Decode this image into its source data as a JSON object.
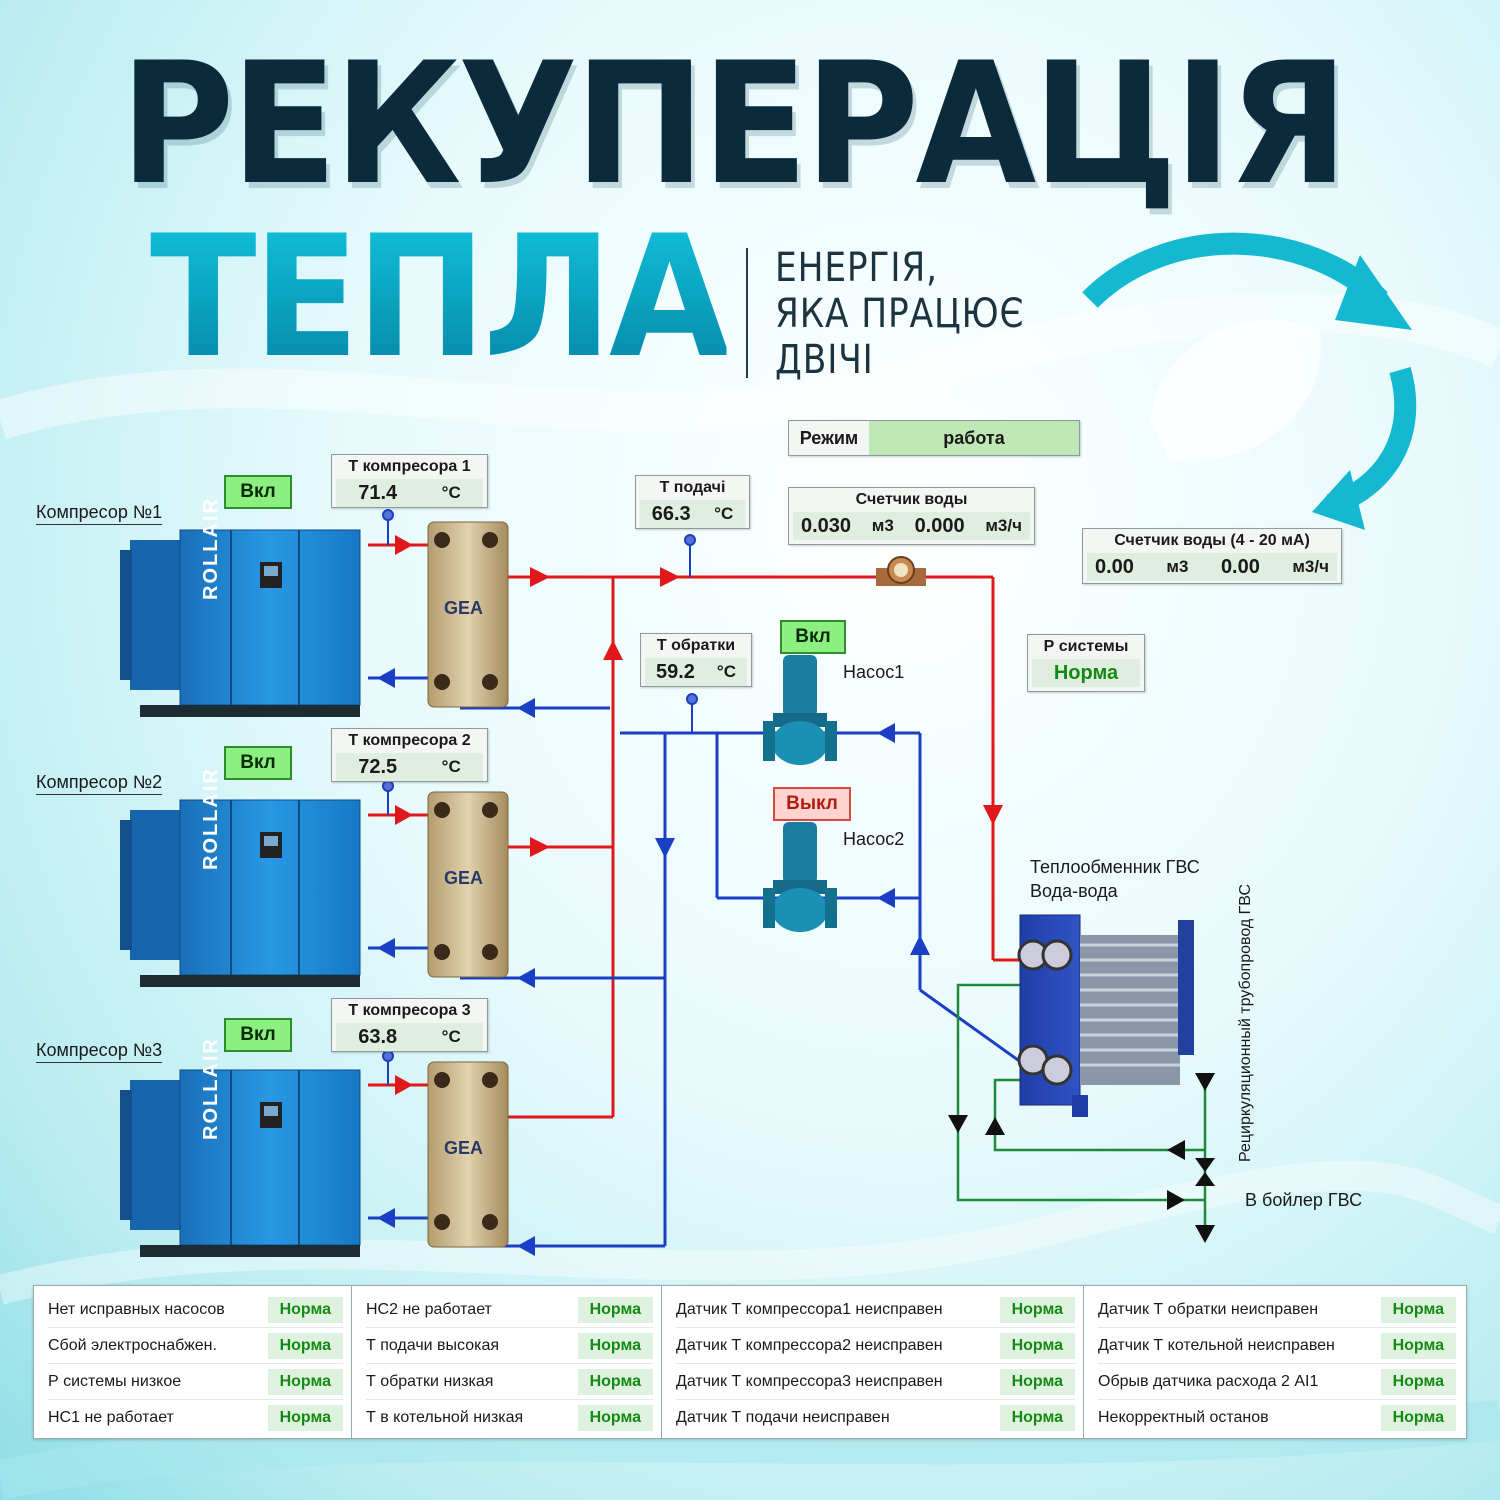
{
  "header": {
    "title_line1": "РЕКУПЕРАЦІЯ",
    "title_line2": "ТЕПЛА",
    "slogan": [
      "ЕНЕРГІЯ,",
      "ЯКА ПРАЦЮЄ",
      "ДВІЧІ"
    ]
  },
  "mode": {
    "label": "Режим",
    "value": "работа"
  },
  "compressors": [
    {
      "name": "Компресор №1",
      "status": "Вкл",
      "sensor_label": "Т компресора 1",
      "temp": "71.4",
      "unit": "°C",
      "brand": "ROLLAIR",
      "hx_brand": "GEA"
    },
    {
      "name": "Компресор №2",
      "status": "Вкл",
      "sensor_label": "Т компресора 2",
      "temp": "72.5",
      "unit": "°C",
      "brand": "ROLLAIR",
      "hx_brand": "GEA"
    },
    {
      "name": "Компресор №3",
      "status": "Вкл",
      "sensor_label": "Т компресора 3",
      "temp": "63.8",
      "unit": "°C",
      "brand": "ROLLAIR",
      "hx_brand": "GEA"
    }
  ],
  "supply": {
    "label": "Т подачі",
    "value": "66.3",
    "unit": "°C"
  },
  "return": {
    "label": "Т обратки",
    "value": "59.2",
    "unit": "°C"
  },
  "water_meter": {
    "label": "Счетчик воды",
    "volume": "0.030",
    "volume_unit": "м3",
    "flow": "0.000",
    "flow_unit": "м3/ч"
  },
  "water_meter_ma": {
    "label": "Счетчик воды (4 - 20 мА)",
    "volume": "0.00",
    "volume_unit": "м3",
    "flow": "0.00",
    "flow_unit": "м3/ч"
  },
  "pressure": {
    "label": "Р системы",
    "value": "Норма"
  },
  "pumps": [
    {
      "name": "Насос1",
      "status": "Вкл"
    },
    {
      "name": "Насос2",
      "status": "Выкл"
    }
  ],
  "dhw_exchanger": {
    "label_line1": "Теплообменник ГВС",
    "label_line2": "Вода-вода"
  },
  "recirc_label": "Рециркуляционный трубопровод ГВС",
  "boiler_label": "В бойлер ГВС",
  "alarms": [
    [
      {
        "text": "Нет исправных насосов",
        "status": "Норма"
      },
      {
        "text": "Сбой электроснабжен.",
        "status": "Норма"
      },
      {
        "text": "Р системы низкое",
        "status": "Норма"
      },
      {
        "text": "НС1 не работает",
        "status": "Норма"
      }
    ],
    [
      {
        "text": "НС2 не работает",
        "status": "Норма"
      },
      {
        "text": "Т подачи высокая",
        "status": "Норма"
      },
      {
        "text": "Т обратки низкая",
        "status": "Норма"
      },
      {
        "text": "Т в котельной низкая",
        "status": "Норма"
      }
    ],
    [
      {
        "text": "Датчик Т компрессора1 неисправен",
        "status": "Норма"
      },
      {
        "text": "Датчик Т компрессора2 неисправен",
        "status": "Норма"
      },
      {
        "text": "Датчик Т компрессора3 неисправен",
        "status": "Норма"
      },
      {
        "text": "Датчик Т подачи неисправен",
        "status": "Норма"
      }
    ],
    [
      {
        "text": "Датчик Т обратки неисправен",
        "status": "Норма"
      },
      {
        "text": "Датчик Т котельной неисправен",
        "status": "Норма"
      },
      {
        "text": "Обрыв датчика расхода 2 AI1",
        "status": "Норма"
      },
      {
        "text": "Некорректный останов",
        "status": "Норма"
      }
    ]
  ],
  "colors": {
    "hot": "#e0181c",
    "cold": "#1b3fc4",
    "dhw": "#1f8a3c",
    "compressor": "#1e8fd8",
    "accent": "#0aa9c4"
  }
}
